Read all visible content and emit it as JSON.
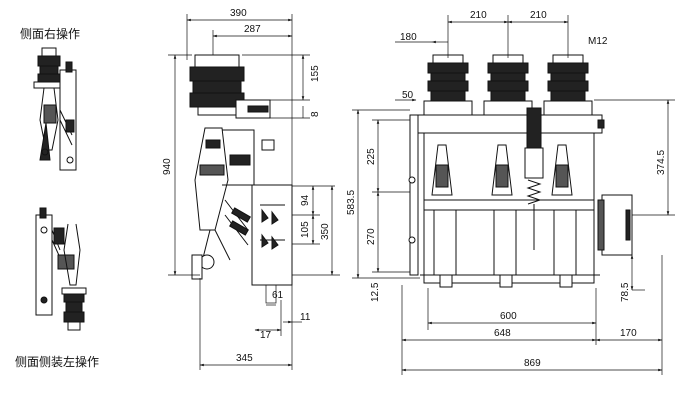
{
  "labels": {
    "side_right_operation": "侧面右操作",
    "side_left_operation": "侧面侧装左操作"
  },
  "side_view": {
    "dims": {
      "width_top": "390",
      "width_287": "287",
      "h155": "155",
      "h8": "8",
      "h940": "940",
      "h94": "94",
      "h105": "105",
      "h350": "350",
      "d61": "61",
      "d11": "11",
      "d17": "17",
      "d345": "345"
    }
  },
  "front_view": {
    "dims": {
      "p210a": "210",
      "p210b": "210",
      "d180": "180",
      "m12": "M12",
      "d50": "50",
      "h225": "225",
      "h583": "583.5",
      "h270": "270",
      "h12": "12.5",
      "h374": "374.5",
      "h78": "78.5",
      "w600": "600",
      "w648": "648",
      "w170": "170",
      "w869": "869"
    }
  }
}
